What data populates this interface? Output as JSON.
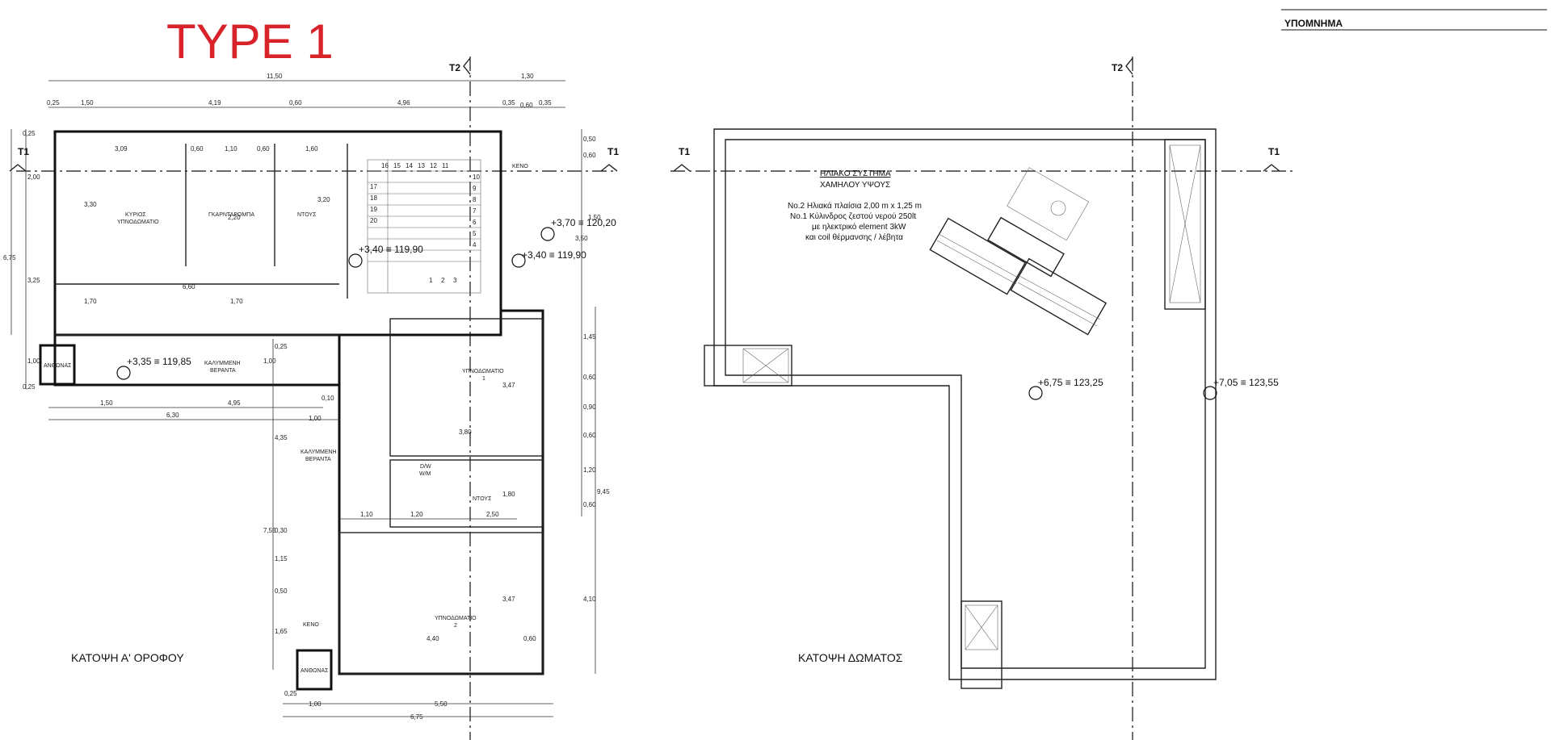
{
  "title": "TYPE 1",
  "legend_label": "ΥΠΟΜΝΗΜΑ",
  "section_marks": {
    "t1": "T1",
    "t2": "T2"
  },
  "plans": {
    "first_floor": {
      "caption": "ΚΑΤΟΨΗ Α' ΟΡΟΦΟΥ",
      "rooms": {
        "master_bedroom_l1": "ΚΥΡΙΟΣ",
        "master_bedroom_l2": "ΥΠΝΟΔΩΜΑΤΙΟ",
        "wardrobe": "ΓΚΑΡΝΤΑΡΟΜΠΑ",
        "shower_1": "ΝΤΟΥΣ",
        "flower_bed_1": "ΑΝΘΩΝΑΣ",
        "covered_veranda_1_l1": "ΚΑΛΥΜΜΕΝΗ",
        "covered_veranda_1_l2": "ΒΕΡΑΝΤΑ",
        "covered_veranda_2_l1": "ΚΑΛΥΜΜΕΝΗ",
        "covered_veranda_2_l2": "ΒΕΡΑΝΤΑ",
        "bedroom_1_l1": "ΥΠΝΟΔΩΜΑΤΙΟ",
        "bedroom_1_l2": "1",
        "dw_wm_l1": "D/W",
        "dw_wm_l2": "W/M",
        "shower_2": "ΝΤΟΥΣ",
        "bedroom_2_l1": "ΥΠΝΟΔΩΜΑΤΙΟ",
        "bedroom_2_l2": "2",
        "void_1": "ΚΕΝΟ",
        "void_2": "ΚΕΝΟ",
        "flower_bed_2": "ΑΝΘΩΝΑΣ"
      },
      "levels": {
        "stair_landing": "+3,70 ≡ 120,20",
        "hall": "+3,40 ≡ 119,90",
        "side": "+3,40 ≡ 119,90",
        "veranda": "+3,35 ≡ 119,85"
      },
      "stair_numbers": [
        "16",
        "15",
        "14",
        "13",
        "12",
        "11",
        "10",
        "9",
        "8",
        "7",
        "6",
        "5",
        "4",
        "17",
        "18",
        "19",
        "20",
        "1",
        "2",
        "3"
      ],
      "dims_top": [
        "11,50",
        "1,30",
        "0,25",
        "1,50",
        "4,19",
        "0,60",
        "4,96",
        "0,35",
        "0,60",
        "0,35"
      ],
      "dims_inner": [
        "3,09",
        "0,60",
        "1,10",
        "0,60",
        "1,60",
        "3,30",
        "2,20",
        "3,20",
        "6,60",
        "1,70",
        "1,70",
        "3,50",
        "1,50",
        "4,95",
        "6,30",
        "0,10",
        "1,00",
        "3,80",
        "3,47",
        "1,80",
        "1,10",
        "1,20",
        "2,50",
        "4,40",
        "0,60",
        "3,47"
      ],
      "dims_left": [
        "0,25",
        "2,00",
        "3,25",
        "6,75",
        "1,00",
        "0,25"
      ],
      "dims_right": [
        "0,50",
        "0,60",
        "1,50",
        "1,45",
        "0,60",
        "0,90",
        "0,60",
        "1,20",
        "0,60",
        "9,45",
        "4,10"
      ],
      "dims_mid_vertical": [
        "0,25",
        "1,00",
        "4,35",
        "7,55",
        "0,30",
        "1,15",
        "0,50",
        "1,65"
      ],
      "dims_bottom": [
        "0,25",
        "1,00",
        "5,50",
        "6,75"
      ]
    },
    "roof": {
      "caption": "ΚΑΤΟΨΗ ΔΩΜΑΤΟΣ",
      "solar_title_l1": "ΗΛΙΑΚΟ ΣΥΣΤΗΜΑ",
      "solar_title_l2": "ΧΑΜΗΛΟΥ ΥΨΟΥΣ",
      "solar_note_l1": "No.2 Ηλιακά πλαίσια 2,00 m x 1,25 m",
      "solar_note_l2": "No.1 Κύλινδρος  ζεστού νερού 250lt",
      "solar_note_l3": "με ηλεκτρικό element 3kW",
      "solar_note_l4": "και coil θέρμανσης / λέβητα",
      "levels": {
        "roof_main": "+6,75 ≡ 123,25",
        "roof_parapet": "+7,05 ≡ 123,55"
      }
    }
  },
  "colors": {
    "title_red": "#d8232a",
    "ink": "#111111"
  }
}
